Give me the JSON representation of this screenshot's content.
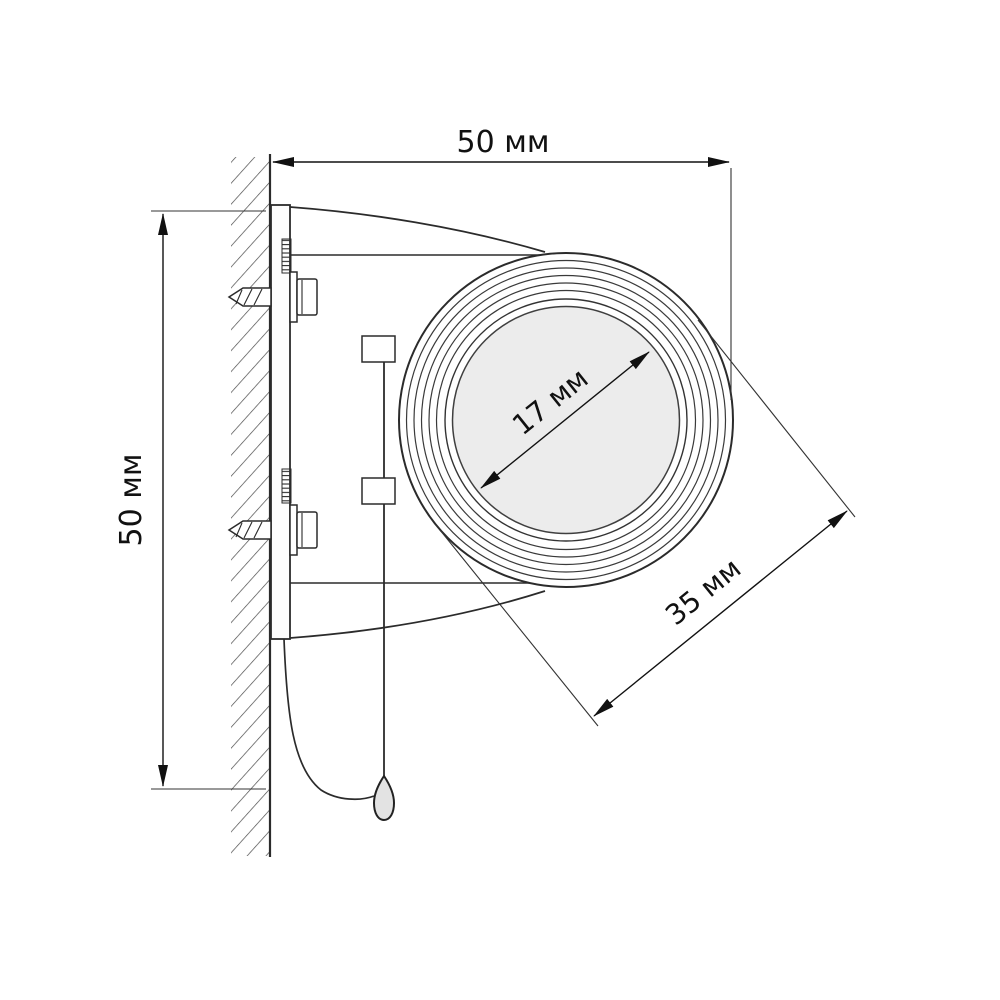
{
  "diagram": {
    "unit_label": "мм",
    "dimensions": {
      "width": {
        "value": 50,
        "label": "50 мм"
      },
      "height": {
        "value": 50,
        "label": "50 мм"
      },
      "inner_diameter": {
        "value": 17,
        "label": "17 мм"
      },
      "outer_diameter": {
        "value": 35,
        "label": "35 мм"
      }
    },
    "colors": {
      "background": "#ffffff",
      "line": "#2b2b2b",
      "dimension_line": "#111111",
      "hatch": "#4a4a4a",
      "face_fill": "#ececec",
      "text": "#111111"
    }
  }
}
